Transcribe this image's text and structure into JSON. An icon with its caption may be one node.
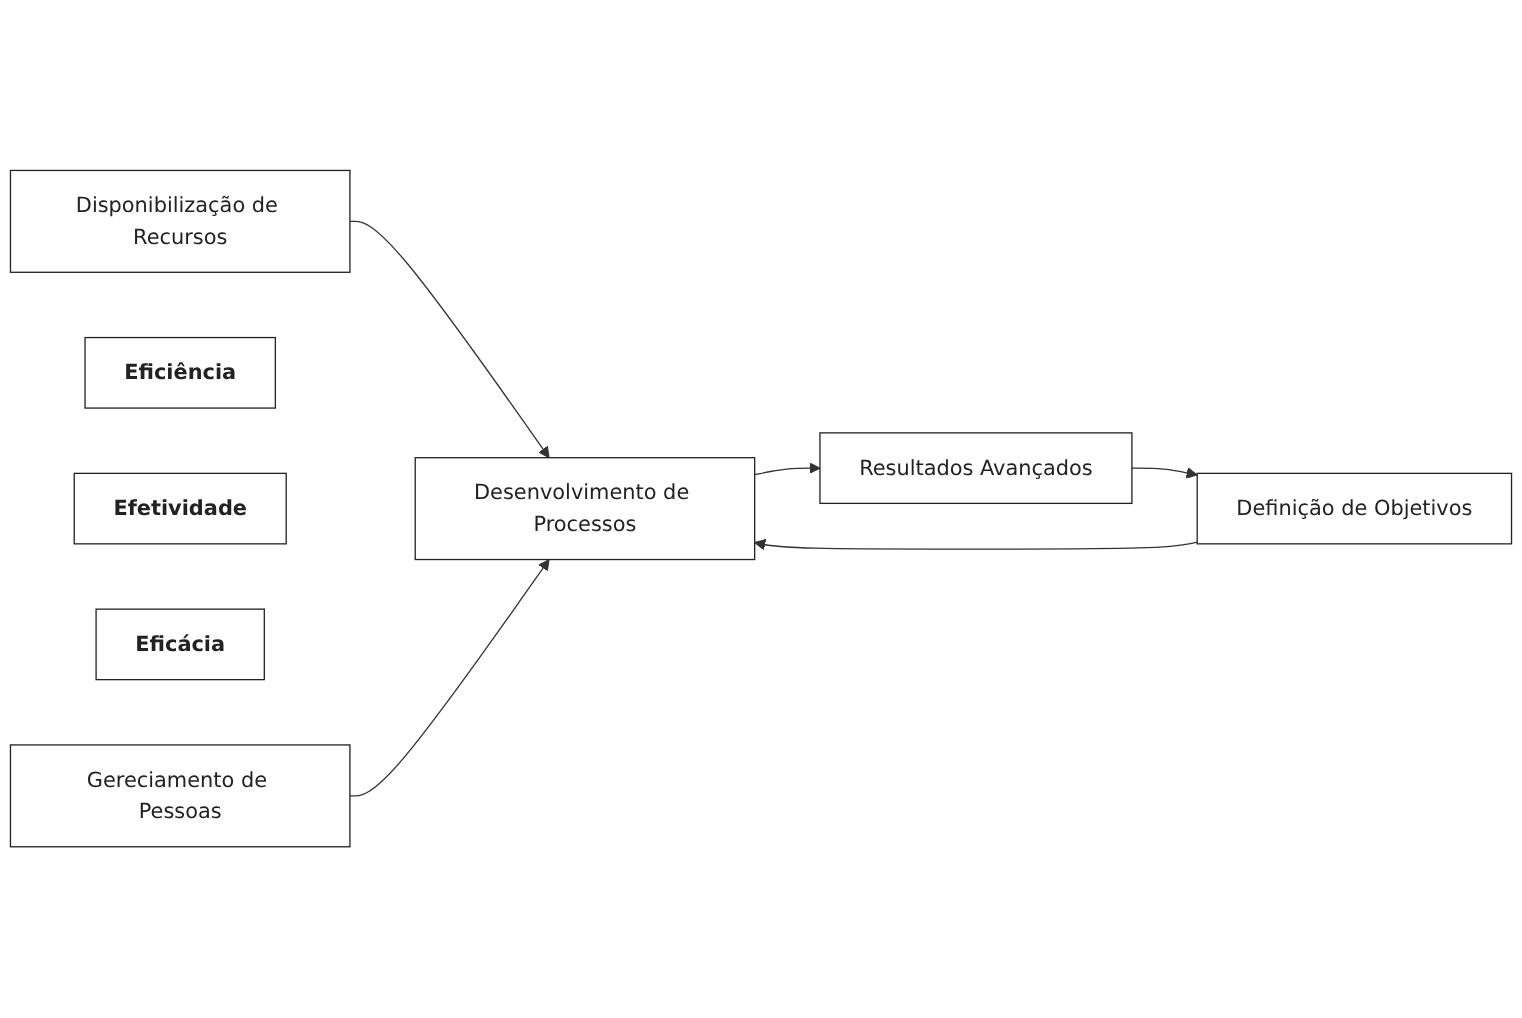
{
  "diagram": {
    "nodes": [
      {
        "text": [
          "Disponibilização de Recursos"
        ]
      },
      {
        "text": [
          "Eficiência"
        ]
      },
      {
        "text": [
          "Definição de Objetivos"
        ]
      },
      {
        "text": [
          "Desenvolvimento de Processos"
        ]
      },
      {
        "text": [
          "Resultados Avançados"
        ]
      },
      {
        "text": [
          "Efetividade"
        ]
      },
      {
        "text": [
          "Eficácia"
        ]
      },
      {
        "text": [
          "Gereciamento de Pessoas"
        ]
      }
    ],
    "edges": [
      {
        "from": 0,
        "to": 3,
        "arrow": "to"
      },
      {
        "from": 2,
        "to": 3,
        "arrow": "to"
      },
      {
        "from": 3,
        "to": 4,
        "arrow": "to"
      },
      {
        "from": 7,
        "to": 3,
        "arrow": "to"
      },
      {
        "from": 4,
        "to": 2,
        "arrow": "to"
      }
    ]
  }
}
